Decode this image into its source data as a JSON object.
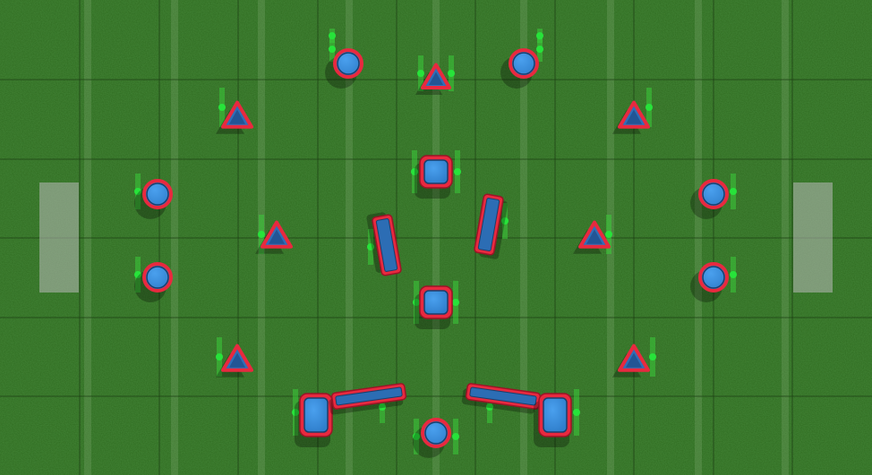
{
  "field": {
    "colors": {
      "grass": "#2f6b20",
      "grass_light": "#3a7d29",
      "grid_line": "#1d3f14",
      "stripe": "#d8e8c8",
      "goal": "#b9b9b9",
      "bunker_fill": "#2f7ecb",
      "bunker_dark": "#1c3e6b",
      "bunker_outline": "#e8293f",
      "bunker_outline_dark": "#9b1426",
      "marker": "#27e33a",
      "marker_post": "#3bcc3b"
    }
  },
  "goals": [
    {
      "name": "goal-left"
    },
    {
      "name": "goal-right"
    }
  ],
  "obstacles": [
    {
      "name": "circle-bunker-top-left",
      "shape": "circle"
    },
    {
      "name": "triangle-bunker-top-center",
      "shape": "triangle"
    },
    {
      "name": "circle-bunker-top-right",
      "shape": "circle"
    },
    {
      "name": "triangle-bunker-upper-left",
      "shape": "triangle"
    },
    {
      "name": "triangle-bunker-upper-right",
      "shape": "triangle"
    },
    {
      "name": "square-bunker-center-top",
      "shape": "square"
    },
    {
      "name": "circle-bunker-left-upper",
      "shape": "circle"
    },
    {
      "name": "circle-bunker-right-upper",
      "shape": "circle"
    },
    {
      "name": "wall-bunker-center-left",
      "shape": "wall"
    },
    {
      "name": "wall-bunker-center-right",
      "shape": "wall"
    },
    {
      "name": "triangle-bunker-mid-left",
      "shape": "triangle"
    },
    {
      "name": "triangle-bunker-mid-right",
      "shape": "triangle"
    },
    {
      "name": "circle-bunker-left-lower",
      "shape": "circle"
    },
    {
      "name": "circle-bunker-right-lower",
      "shape": "circle"
    },
    {
      "name": "square-bunker-center-bottom",
      "shape": "square"
    },
    {
      "name": "triangle-bunker-lower-left",
      "shape": "triangle"
    },
    {
      "name": "triangle-bunker-lower-right",
      "shape": "triangle"
    },
    {
      "name": "square-bunker-bottom-left",
      "shape": "square"
    },
    {
      "name": "wall-bunker-bottom-left",
      "shape": "wall"
    },
    {
      "name": "wall-bunker-bottom-right",
      "shape": "wall"
    },
    {
      "name": "square-bunker-bottom-right",
      "shape": "square"
    },
    {
      "name": "circle-bunker-bottom-center",
      "shape": "circle"
    }
  ]
}
